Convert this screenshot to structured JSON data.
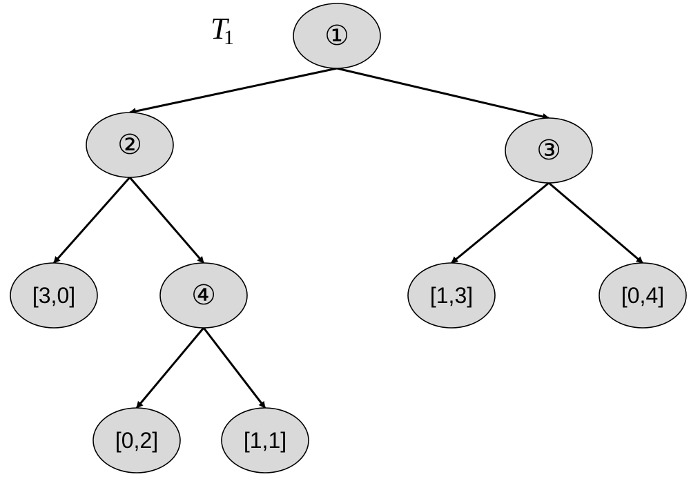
{
  "title": {
    "main": "T",
    "sub": "1"
  },
  "colors": {
    "node_fill": "#d9d9d9",
    "stroke": "#000000",
    "background": "#ffffff"
  },
  "nodes": [
    {
      "id": "n1",
      "label": "①",
      "kind": "internal"
    },
    {
      "id": "n2",
      "label": "②",
      "kind": "internal"
    },
    {
      "id": "n3",
      "label": "③",
      "kind": "internal"
    },
    {
      "id": "n4",
      "label": "④",
      "kind": "internal"
    },
    {
      "id": "l30",
      "label": "[3,0]",
      "kind": "leaf"
    },
    {
      "id": "l02",
      "label": "[0,2]",
      "kind": "leaf"
    },
    {
      "id": "l11",
      "label": "[1,1]",
      "kind": "leaf"
    },
    {
      "id": "l13",
      "label": "[1,3]",
      "kind": "leaf"
    },
    {
      "id": "l04",
      "label": "[0,4]",
      "kind": "leaf"
    }
  ],
  "edges": [
    {
      "from": "n1",
      "to": "n2"
    },
    {
      "from": "n1",
      "to": "n3"
    },
    {
      "from": "n2",
      "to": "l30"
    },
    {
      "from": "n2",
      "to": "n4"
    },
    {
      "from": "n4",
      "to": "l02"
    },
    {
      "from": "n4",
      "to": "l11"
    },
    {
      "from": "n3",
      "to": "l13"
    },
    {
      "from": "n3",
      "to": "l04"
    }
  ]
}
